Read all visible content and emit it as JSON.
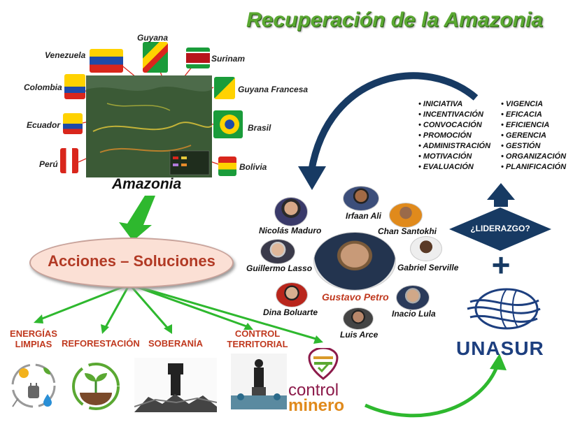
{
  "title": "Recuperación de la Amazonia",
  "countries": [
    {
      "name": "Guyana"
    },
    {
      "name": "Venezuela"
    },
    {
      "name": "Surinam"
    },
    {
      "name": "Colombia"
    },
    {
      "name": "Guyana Francesa"
    },
    {
      "name": "Ecuador"
    },
    {
      "name": "Brasil"
    },
    {
      "name": "Perú"
    },
    {
      "name": "Bolivia"
    }
  ],
  "map_label": "Amazonia",
  "central": "Acciones – Soluciones",
  "actions": [
    {
      "label": "ENERGÍAS LIMPIAS"
    },
    {
      "label": "REFORESTACIÓN"
    },
    {
      "label": "SOBERANÍA"
    },
    {
      "label": "CONTROL TERRITORIAL"
    }
  ],
  "control_minero": {
    "line1": "control",
    "line2": "minero"
  },
  "leaders": [
    {
      "name": "Nicolás Maduro"
    },
    {
      "name": "Irfaan Ali"
    },
    {
      "name": "Chan Santokhi"
    },
    {
      "name": "Guillermo Lasso"
    },
    {
      "name": "Gabriel Serville"
    },
    {
      "name": "Gustavo Petro"
    },
    {
      "name": "Dina Boluarte"
    },
    {
      "name": "Inacio Lula"
    },
    {
      "name": "Luis Arce"
    }
  ],
  "list_left": [
    "INICIATIVA",
    "INCENTIVACIÓN",
    "CONVOCACIÓN",
    "PROMOCIÓN",
    "ADMINISTRACIÓN",
    "MOTIVACIÓN",
    "EVALUACIÓN"
  ],
  "list_right": [
    "VIGENCIA",
    "EFICACIA",
    "EFICIENCIA",
    "GERENCIA",
    "GESTIÓN",
    "ORGANIZACIÓN",
    "PLANIFICACIÓN"
  ],
  "leadership_question": "¿LIDERAZGO?",
  "plus": "+",
  "unasur": "UNASUR",
  "colors": {
    "green": "#2eb82e",
    "navy": "#173a63",
    "red_text": "#c0391f",
    "title_green": "#5aa832"
  }
}
